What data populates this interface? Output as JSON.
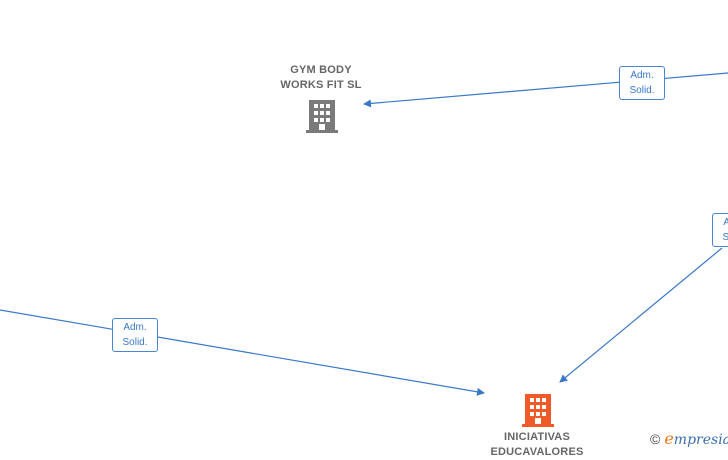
{
  "nodes": [
    {
      "id": "gym",
      "label": "GYM BODY\nWORKS FIT  SL",
      "color": "#7a7a7a",
      "icon": "building-icon"
    },
    {
      "id": "iniciativas",
      "label": "INICIATIVAS\nEDUCAVALORES",
      "color": "#f05a28",
      "icon": "building-icon"
    }
  ],
  "edges": [
    {
      "id": "e1",
      "label": "Adm.\nSolid."
    },
    {
      "id": "e2",
      "label": "Adm.\nSolid."
    },
    {
      "id": "e3",
      "label": "Adm.\nSolid."
    }
  ],
  "colors": {
    "edge": "#3a78c8",
    "edge_label_border": "#4a86d6"
  },
  "watermark": {
    "copyright": "©",
    "brand_initial": "e",
    "brand_rest": "mpresia"
  }
}
